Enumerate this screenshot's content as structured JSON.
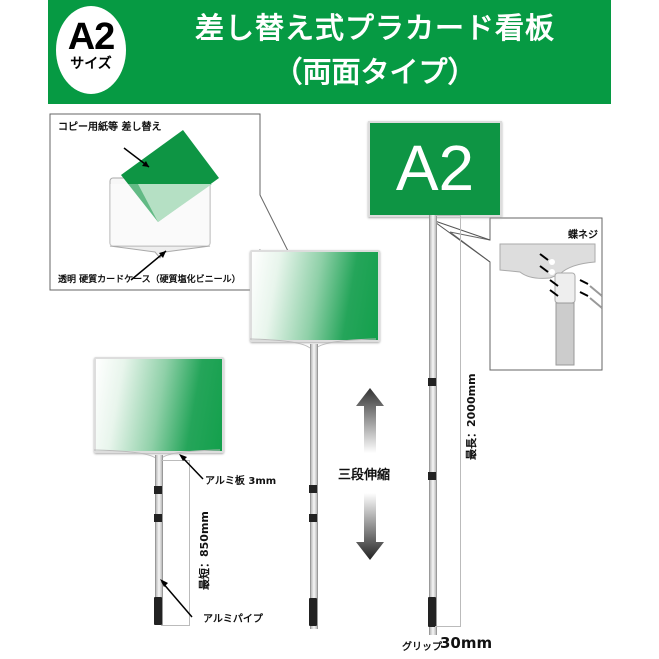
{
  "header": {
    "badge_size": "A2",
    "badge_sub": "サイズ",
    "title_line1": "差し替え式プラカード看板",
    "title_line2": "（両面タイプ）",
    "bg_color": "#069a43"
  },
  "detail_callout": {
    "paper_label": "コピー用紙等 差し替え",
    "case_label": "透明 硬質カードケース（硬質塩化ビニール）"
  },
  "screw_callout": {
    "label": "蝶ネジ"
  },
  "sign_tall": {
    "text": "A2"
  },
  "annotations": {
    "aluminum_plate": "アルミ板 3mm",
    "aluminum_pipe": "アルミパイプ",
    "min_length": "最短：850mm",
    "max_length": "最長：2000mm",
    "telescopic": "三段伸縮",
    "grip": "グリップ",
    "grip_size": "30mm"
  },
  "colors": {
    "green": "#069a43",
    "light_green": "#8fd0a8"
  }
}
